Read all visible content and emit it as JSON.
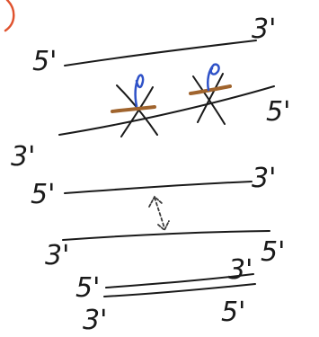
{
  "colors": {
    "ink": "#1a1a1a",
    "corner_mark": "#e0532f",
    "protein_brown": "#a0642d",
    "protein_blue": "#2f52c8",
    "arrow": "#3a3a3a"
  },
  "labels": {
    "top_strand_left": "5'",
    "top_strand_right": "3'",
    "middle_strand_left": "3'",
    "middle_strand_right": "5'",
    "pair_top_left": "5'",
    "pair_top_right": "3'",
    "pair_bottom_left": "3'",
    "pair_bottom_right": "5'",
    "small_top_left": "5'",
    "small_top_right": "3'",
    "small_bottom_left": "3'",
    "small_bottom_right": "5'"
  }
}
